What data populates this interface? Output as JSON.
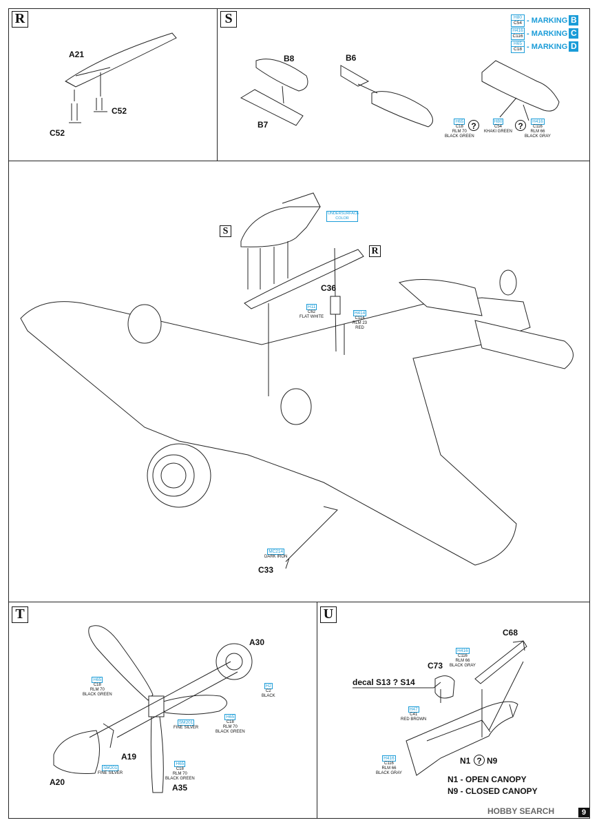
{
  "steps": {
    "r": "R",
    "s": "S",
    "t": "T",
    "u": "U",
    "s_mini": "S",
    "r_mini": "R"
  },
  "markings": [
    {
      "codes": [
        "H80",
        "C54"
      ],
      "label": "- MARKING",
      "letter": "B"
    },
    {
      "codes": [
        "H416",
        "C116"
      ],
      "label": "- MARKING",
      "letter": "C"
    },
    {
      "codes": [
        "H65",
        "C18"
      ],
      "label": "- MARKING",
      "letter": "D"
    }
  ],
  "parts": {
    "a21": "A21",
    "c52a": "C52",
    "c52b": "C52",
    "b8": "B8",
    "b7": "B7",
    "b6": "B6",
    "c36": "C36",
    "c33": "C33",
    "a30": "A30",
    "a19": "A19",
    "a20": "A20",
    "a35": "A35",
    "c68": "C68",
    "c73": "C73"
  },
  "callouts": {
    "s_d": {
      "code": "H65",
      "sub": "C18",
      "l1": "RLM 70",
      "l2": "BLACK GREEN"
    },
    "s_b": {
      "code": "H80",
      "sub": "C54",
      "l1": "KHAKI GREEN"
    },
    "s_c": {
      "code": "H416",
      "sub": "C116",
      "l1": "RLM 66",
      "l2": "BLACK GRAY"
    },
    "under": {
      "code": "UNDERSURFACE COLOR"
    },
    "c36a": {
      "code": "H11",
      "sub": "C62",
      "l1": "FLAT WHITE"
    },
    "c36b": {
      "code": "H414",
      "sub": "C114",
      "l1": "RLM 23",
      "l2": "RED"
    },
    "c33": {
      "code": "MC214",
      "l1": "DARK IRON"
    },
    "t1": {
      "code": "H65",
      "sub": "C18",
      "l1": "RLM 70",
      "l2": "BLACK GREEN"
    },
    "t2": {
      "code": "H2",
      "sub": "C2",
      "l1": "BLACK"
    },
    "t3": {
      "code": "SM201",
      "l1": "FINE SILVER"
    },
    "t4": {
      "code": "H65",
      "sub": "C18",
      "l1": "RLM 70",
      "l2": "BLACK GREEN"
    },
    "t5": {
      "code": "SM201",
      "l1": "FINE SILVER"
    },
    "t6": {
      "code": "H65",
      "sub": "C18",
      "l1": "RLM 70",
      "l2": "BLACK GREEN"
    },
    "u1": {
      "code": "H416",
      "sub": "C116",
      "l1": "RLM 66",
      "l2": "BLACK GRAY"
    },
    "u2": {
      "code": "H47",
      "sub": "C41",
      "l1": "RED BROWN"
    },
    "u3": {
      "code": "H416",
      "sub": "C116",
      "l1": "RLM 66",
      "l2": "BLACK GRAY"
    }
  },
  "decal": "decal S13 ? S14",
  "canopy": {
    "opt_a": "N1",
    "opt_b": "N9",
    "q": "?",
    "open": "N1 - OPEN CANOPY",
    "closed": "N9 - CLOSED CANOPY"
  },
  "qmark": "?",
  "page_number": "9",
  "watermark": "HOBBY SEARCH"
}
